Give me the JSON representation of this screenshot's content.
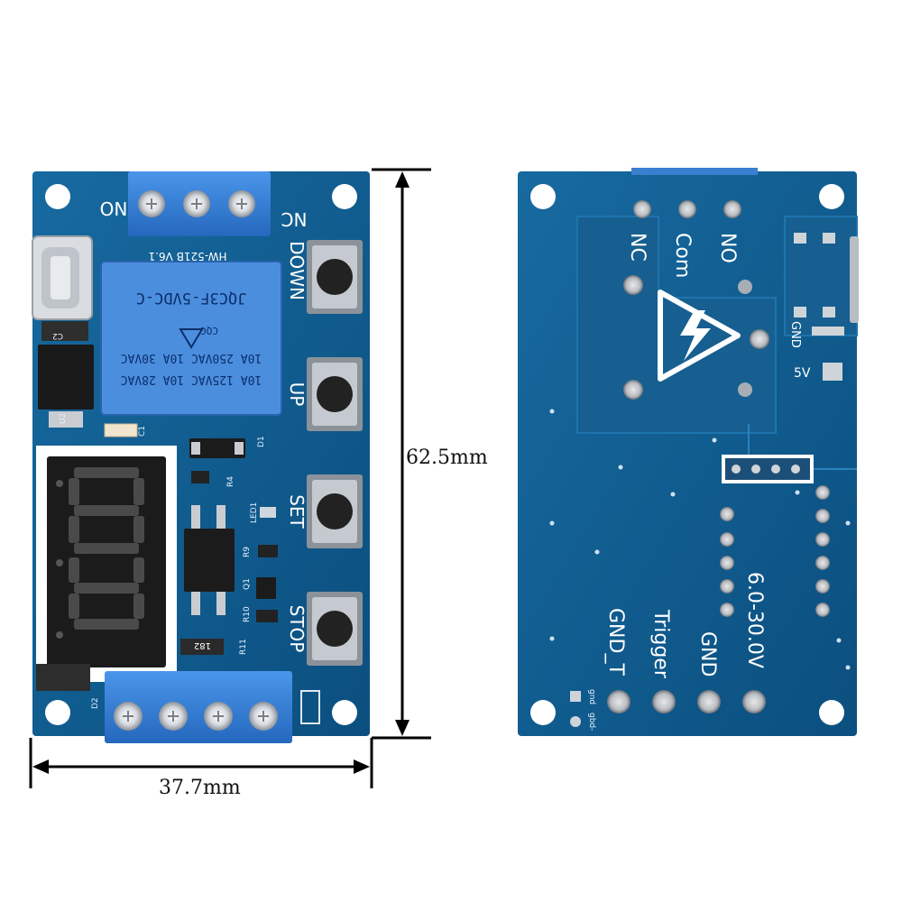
{
  "front": {
    "terminal_top_left": "NO",
    "terminal_top_right": "NC",
    "board_label": "HW-521B V6.1",
    "relay_model": "JQC3F-5VDC-C",
    "relay_line1": "10A 250VAC 10A 30VAC",
    "relay_line2": "10A 125VAC 10A 28VAC",
    "relay_logo": "CQC",
    "buttons": [
      "DOWN",
      "UP",
      "SET",
      "STOP"
    ],
    "labels": {
      "c2": "C2",
      "u2": "U2",
      "c1": "C1",
      "d1": "D1",
      "r4": "R4",
      "led1": "LED1",
      "r9": "R9",
      "q1": "Q1",
      "r10": "R10",
      "r11": "R11",
      "d2": "D2",
      "resistor_code": "182"
    }
  },
  "back": {
    "relay_labels": [
      "NC",
      "Com",
      "NO"
    ],
    "gnd_label": "GND",
    "v5_label": "5V",
    "input_labels": [
      "GND_T",
      "Trigger",
      "GND",
      "6.0-30.0V"
    ],
    "small_labels": [
      "gnd",
      "gbd-"
    ]
  },
  "dimensions": {
    "height": "62.5mm",
    "width": "37.7mm"
  },
  "colors": {
    "pcb": "#0f5f93",
    "terminal": "#2f7fd6",
    "relay": "#4f8fd8"
  }
}
